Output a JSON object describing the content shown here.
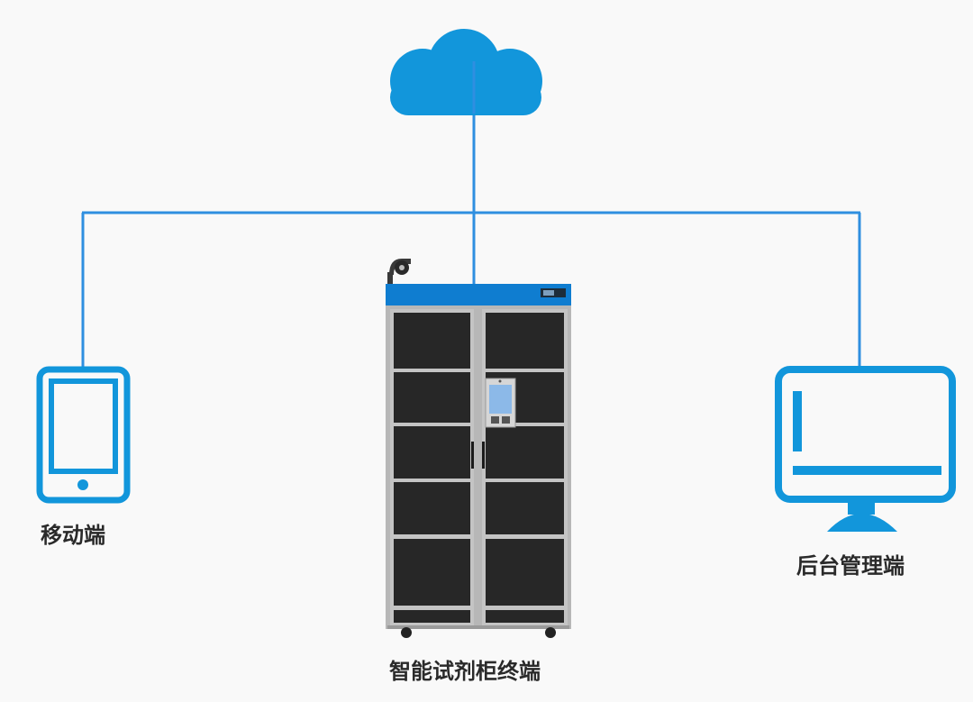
{
  "colors": {
    "accent": "#1296db",
    "line": "#2f8fe0",
    "cabinet_frame": "#b7b7b7",
    "cabinet_panel": "#272727",
    "cabinet_header": "#0f7dd0",
    "label_text": "#2a2a2a",
    "background": "#f9f9f9"
  },
  "icons": {
    "cloud": "cloud-icon",
    "mobile": "tablet-icon",
    "admin": "desktop-monitor-icon",
    "cabinet": "reagent-cabinet-icon",
    "camera": "security-camera-icon"
  },
  "nodes": {
    "mobile": {
      "label": "移动端"
    },
    "admin": {
      "label": "后台管理端"
    },
    "cabinet": {
      "label": "智能试剂柜终端"
    }
  }
}
